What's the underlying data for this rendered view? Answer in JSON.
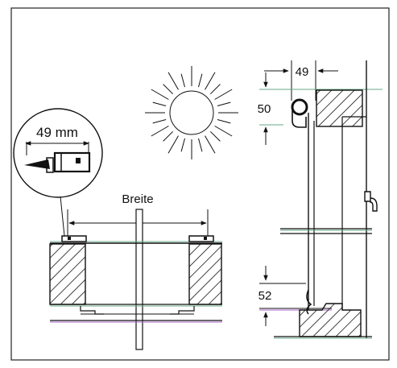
{
  "labels": {
    "callout_width": "49 mm",
    "width_label": "Breite",
    "top_gap_width": "49",
    "top_gap_height": "50",
    "bottom_gap_height": "52"
  },
  "icons": [
    "sun-icon",
    "door-handle-icon"
  ]
}
